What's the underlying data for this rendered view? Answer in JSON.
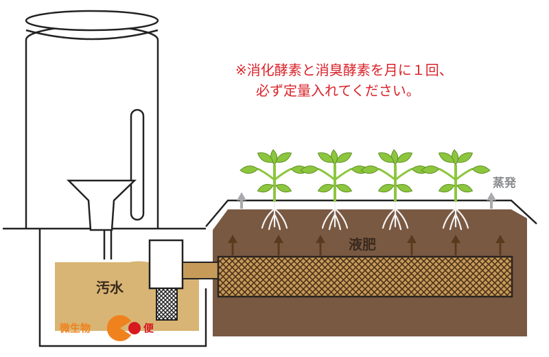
{
  "note": {
    "line1": "※消化酵素と消臭酵素を月に１回、",
    "line2": "必ず定量入れてください。"
  },
  "labels": {
    "sewage": "汚水",
    "microbes": "微生物",
    "feces": "便",
    "liquid_fertilizer": "液肥",
    "evaporation": "蒸発"
  },
  "plant_count": 4,
  "colors": {
    "outline": "#222222",
    "sewage": "#d8b574",
    "soil": "#7a5943",
    "mesh_bg": "#c69b5a",
    "mesh_line": "#4e3219",
    "leaf": "#8cc63e",
    "leaf_dark": "#5f8f22",
    "root": "#f4f4f4",
    "up_arrow": "#5a3a1c",
    "vapor_arrow": "#a7a9ac",
    "note_red": "#d9232a",
    "microbe_orange": "#f0821e",
    "feces_red": "#d71920",
    "label_dark": "#3a2a1e",
    "evap_gray": "#888a8d"
  }
}
